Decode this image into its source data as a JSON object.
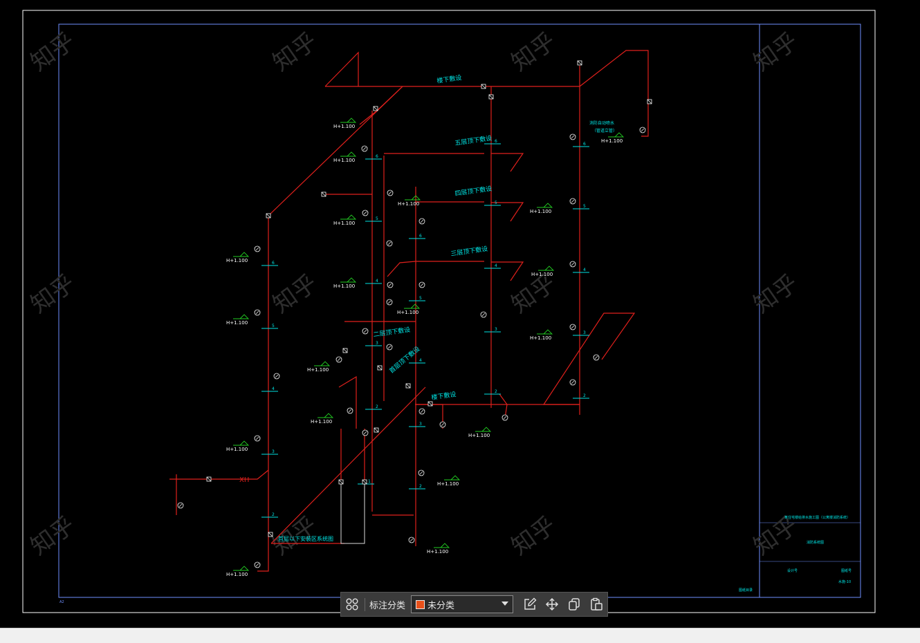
{
  "viewer": {
    "watermark_text": "知乎",
    "colors": {
      "pipe": "#e0201c",
      "text": "#00e5e5",
      "frame": "#7090ff",
      "outer_frame": "#ffffff",
      "marker": "#22cc22",
      "swatch": "#e8501a"
    }
  },
  "drawing": {
    "title": "首层以下安装区系统图",
    "labels": {
      "floor_6": "五层顶下敷设",
      "floor_5": "四层顶下敷设",
      "floor_4": "三层顶下敷设",
      "floor_3": "二层顶下敷设",
      "floor_2": "首层顶下敷设",
      "floor_1": "楼下敷设",
      "top": "楼下敷设",
      "xh": "XH",
      "note": "消防自动喷水",
      "note_sub": "（管道立管）",
      "h_mark": "H+1.100"
    },
    "level_numbers": [
      "6",
      "5",
      "4",
      "3",
      "2",
      "1"
    ],
    "title_block": {
      "project": "某住宅楼给排水施工图（公寓楼消防系统）",
      "sheet": "消防系统图",
      "left_cell": "设计号",
      "right_cell": "图纸号",
      "bottom_right": "水施-10",
      "sheet_size": "A2",
      "corner_stamp": "图纸目录"
    }
  },
  "toolbar": {
    "grid_icon": "grid-icon",
    "label": "标注分类",
    "select_value": "未分类",
    "edit_icon": "edit-icon",
    "move_icon": "move-icon",
    "copy_icon": "copy-icon",
    "paste_icon": "paste-icon"
  }
}
